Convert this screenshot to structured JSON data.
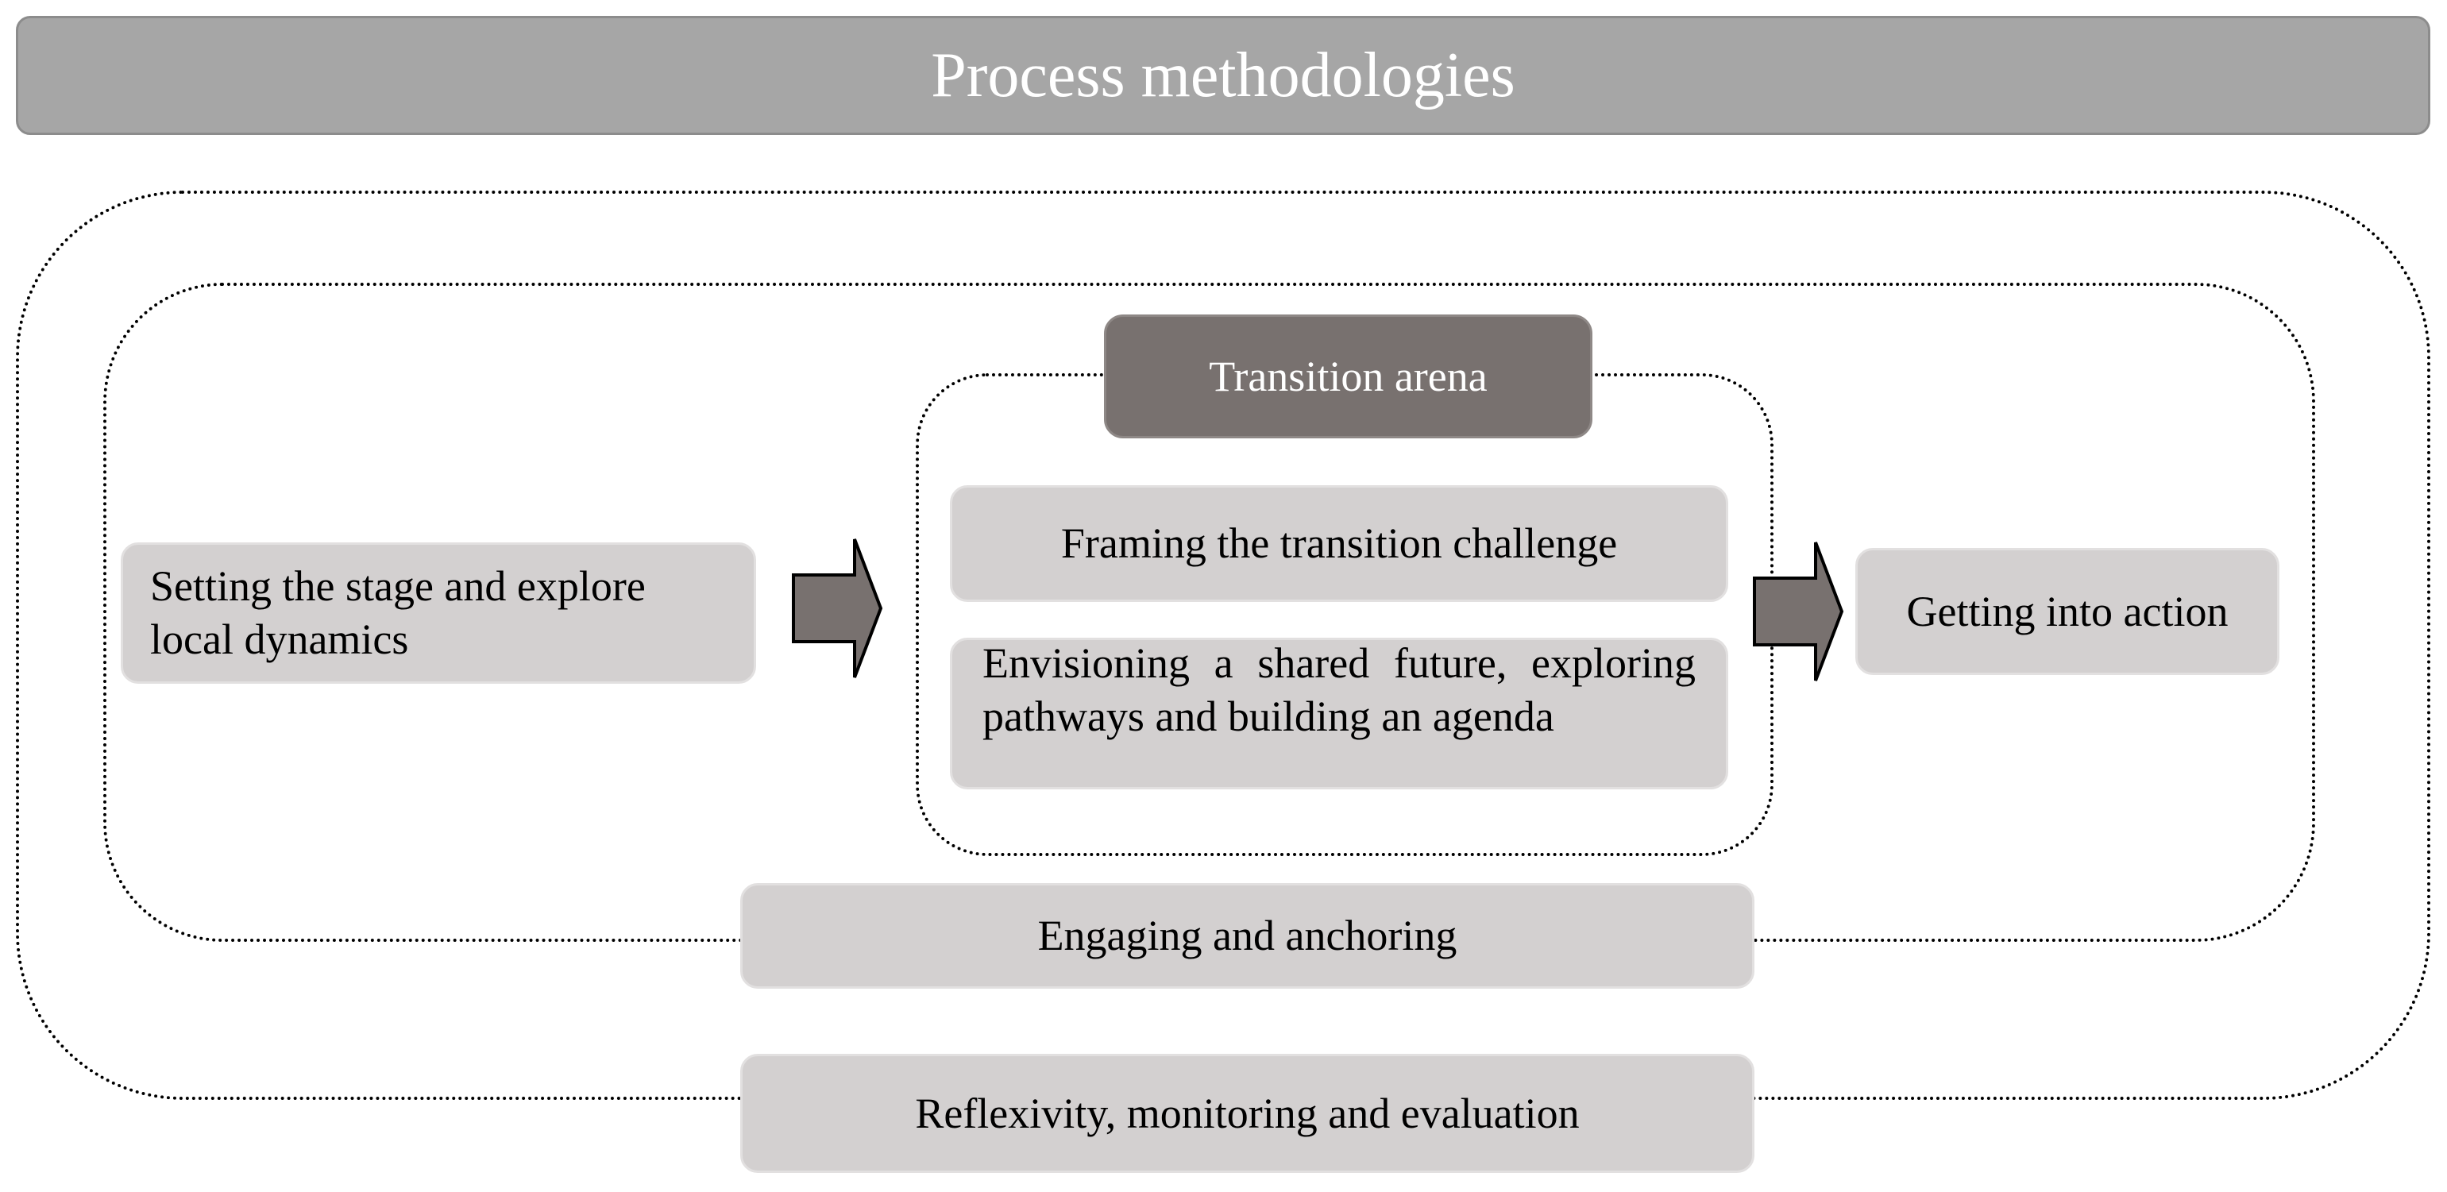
{
  "header": {
    "title": "Process methodologies"
  },
  "boxes": {
    "setting_stage": "Setting the stage and explore local dynamics",
    "transition_arena": "Transition arena",
    "framing": "Framing the transition challenge",
    "envisioning": "Envisioning a shared future, exploring pathways and building an agenda",
    "getting_into_action": "Getting into action",
    "engaging": "Engaging and anchoring",
    "reflexivity": "Reflexivity, monitoring and evaluation"
  },
  "colors": {
    "header_fill": "#a6a6a6",
    "box_fill": "#d3d0d0",
    "arena_fill": "#78716f",
    "arrow_fill": "#78716f",
    "frame_stroke": "#000000"
  }
}
